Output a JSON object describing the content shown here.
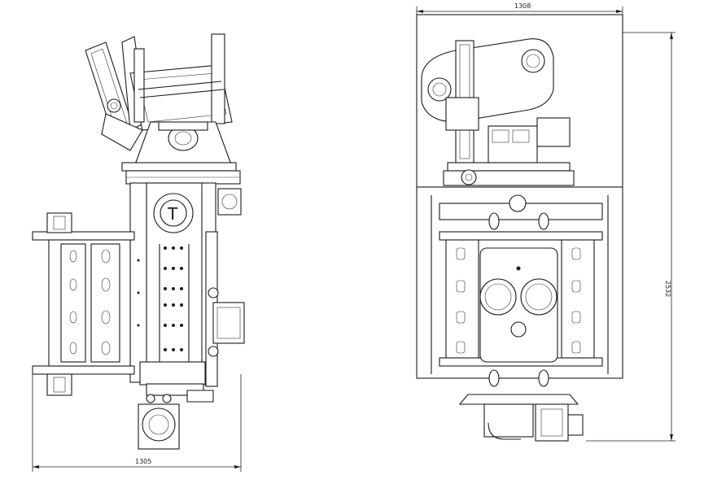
{
  "dimensions": {
    "left_view_width": "1305",
    "right_view_width": "1308",
    "right_view_height": "2532"
  }
}
